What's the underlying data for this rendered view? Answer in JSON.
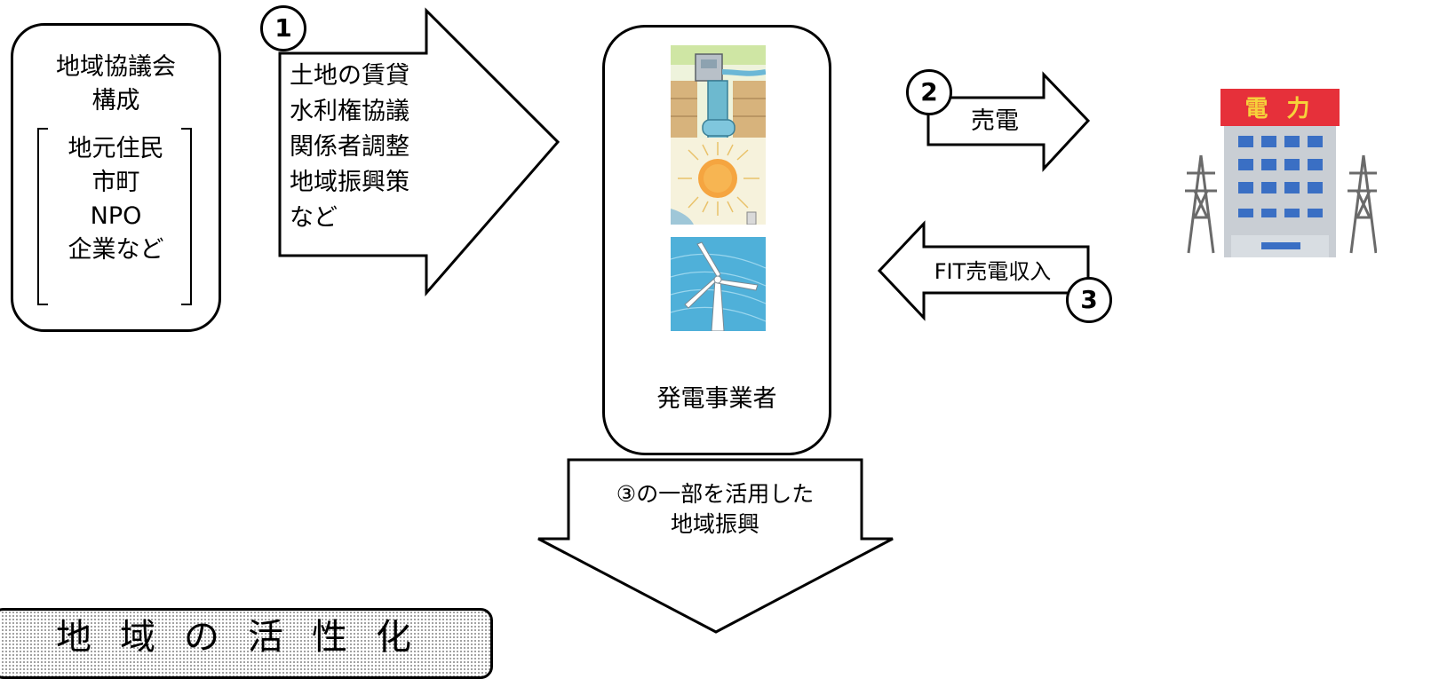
{
  "council": {
    "title_line1": "地域協議会",
    "title_line2": "構成",
    "members": [
      "地元住民",
      "市町",
      "NPO",
      "企業など"
    ]
  },
  "arrow1": {
    "step": "1",
    "items": [
      "土地の賃貸",
      "水利権協議",
      "関係者調整",
      "地域振興策",
      "など"
    ]
  },
  "producer": {
    "label": "発電事業者",
    "illustrations": [
      "hydro-power-illustration",
      "solar-power-illustration",
      "wind-power-illustration"
    ]
  },
  "arrow2": {
    "step": "2",
    "label": "売電"
  },
  "arrow3": {
    "step": "3",
    "label": "FIT売電収入"
  },
  "utility": {
    "sign": "電 力",
    "icon": "power-company-building-icon"
  },
  "arrow_down": {
    "line1": "③の一部を活用した",
    "line2": "地域振興"
  },
  "bottom_box": {
    "label": "地域の活性化"
  },
  "colors": {
    "utility_red": "#e6303a",
    "utility_sign_text": "#f6d23a",
    "window_blue": "#3a6fc4",
    "building_gray": "#c9ced4"
  }
}
